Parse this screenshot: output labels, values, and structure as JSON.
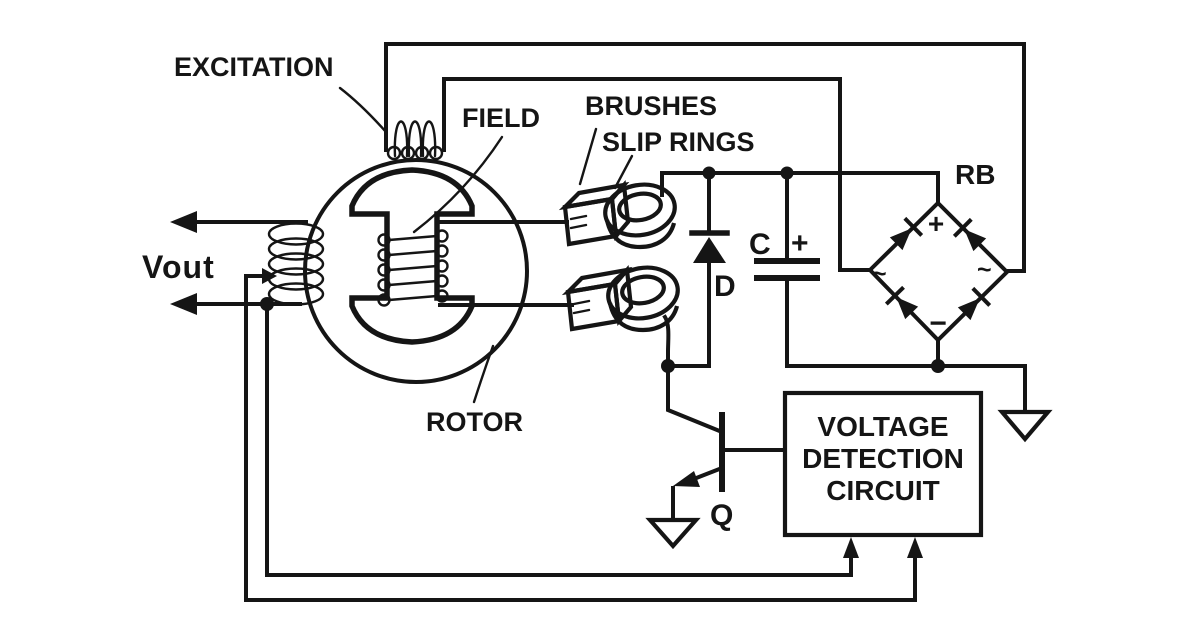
{
  "colors": {
    "line": "#151515",
    "background": "#ffffff"
  },
  "labels": {
    "excitation": "EXCITATION",
    "field": "FIELD",
    "brushes": "BRUSHES",
    "slip_rings": "SLIP RINGS",
    "rotor": "ROTOR",
    "output_voltage": "Vout",
    "rectifier_bridge": "RB",
    "capacitor": "C",
    "capacitor_plus": "+",
    "diode": "D",
    "transistor": "Q",
    "bridge_plus": "+",
    "bridge_minus": "−",
    "bridge_ac_left": "~",
    "bridge_ac_right": "~",
    "detection_line1": "VOLTAGE",
    "detection_line2": "DETECTION",
    "detection_line3": "CIRCUIT"
  }
}
